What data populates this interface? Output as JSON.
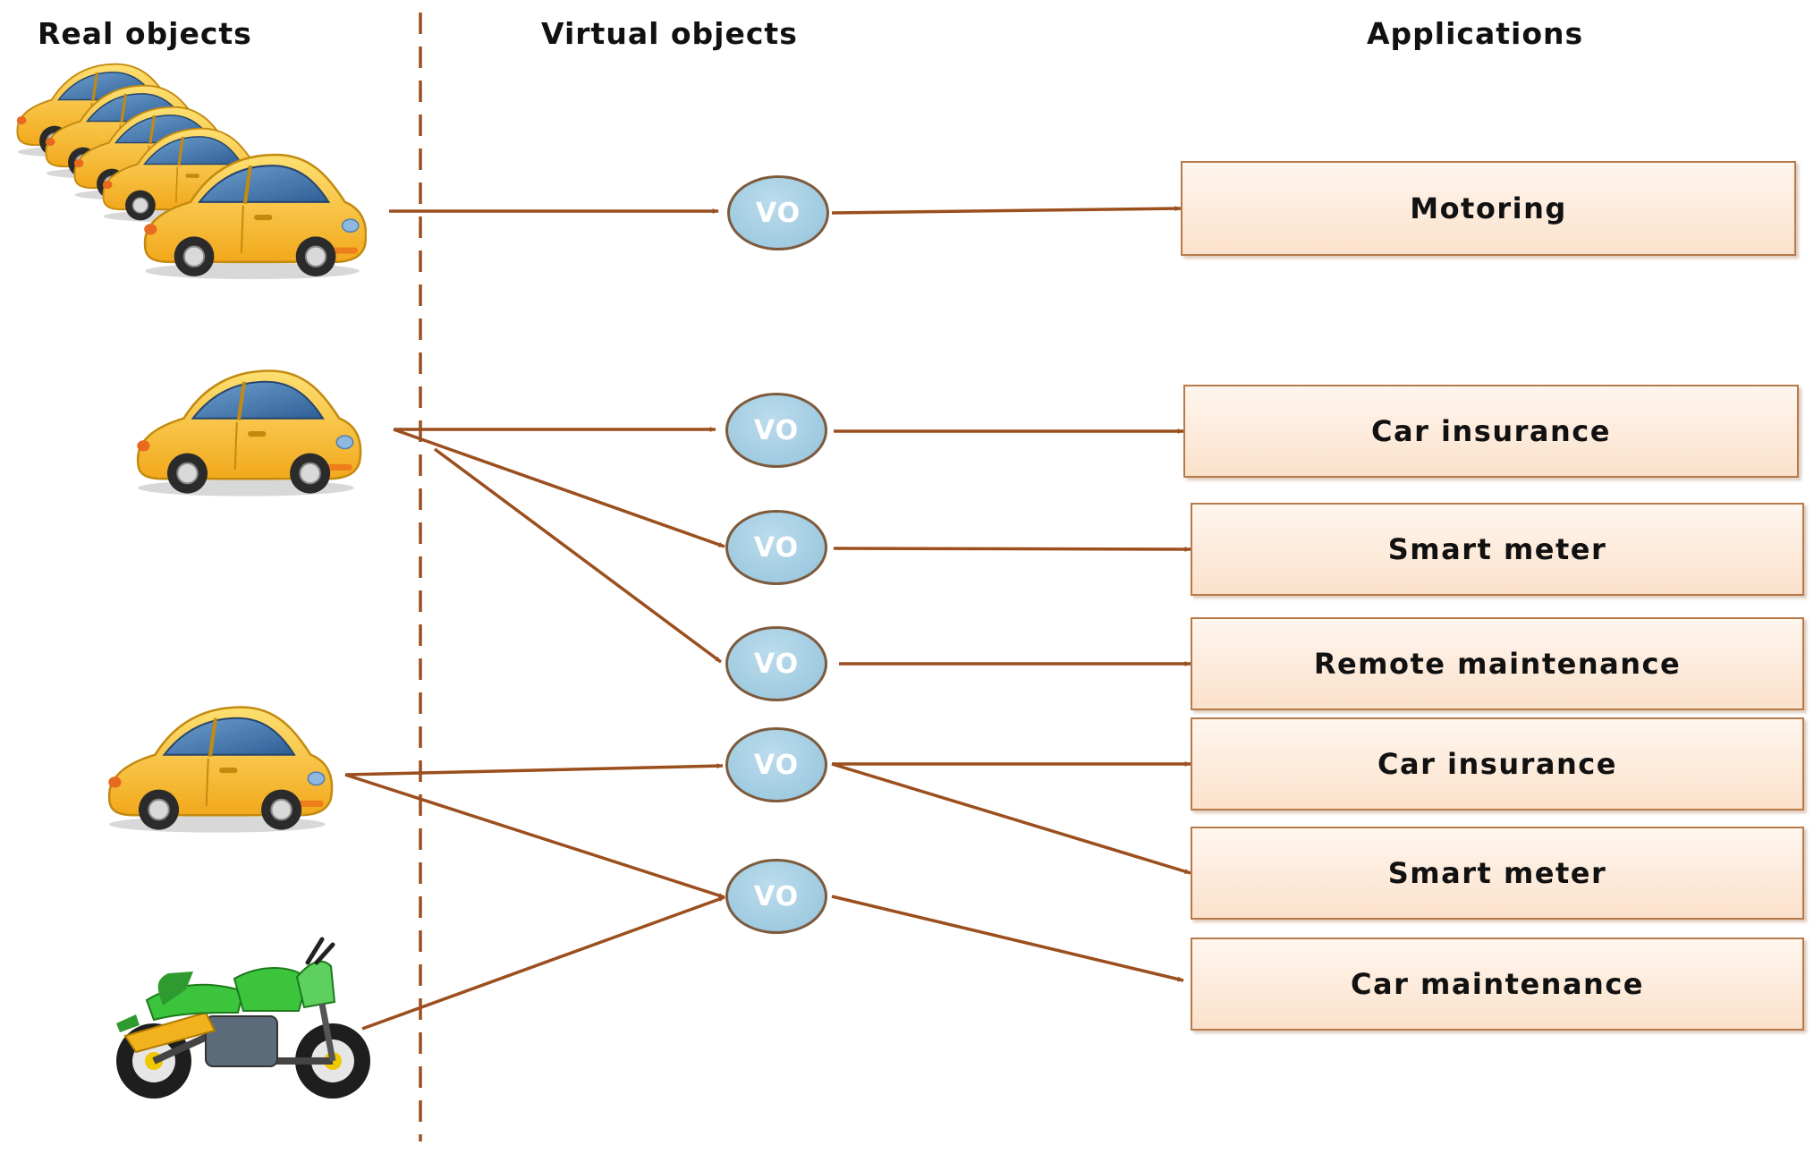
{
  "headers": {
    "real": "Real objects",
    "virtual": "Virtual objects",
    "applications": "Applications"
  },
  "real_objects": [
    {
      "id": "fleet",
      "icon": "car-fleet-icon"
    },
    {
      "id": "car1",
      "icon": "car-icon"
    },
    {
      "id": "car2",
      "icon": "car-icon"
    },
    {
      "id": "moto",
      "icon": "motorcycle-icon"
    }
  ],
  "virtual_objects": [
    {
      "id": "vo1",
      "label": "VO"
    },
    {
      "id": "vo2",
      "label": "VO"
    },
    {
      "id": "vo3",
      "label": "VO"
    },
    {
      "id": "vo4",
      "label": "VO"
    },
    {
      "id": "vo5",
      "label": "VO"
    },
    {
      "id": "vo6",
      "label": "VO"
    }
  ],
  "applications": [
    {
      "id": "app1",
      "label": "Motoring"
    },
    {
      "id": "app2",
      "label": "Car insurance"
    },
    {
      "id": "app3",
      "label": "Smart meter"
    },
    {
      "id": "app4",
      "label": "Remote maintenance"
    },
    {
      "id": "app5",
      "label": "Car insurance"
    },
    {
      "id": "app6",
      "label": "Smart meter"
    },
    {
      "id": "app7",
      "label": "Car maintenance"
    }
  ],
  "links": [
    {
      "from": "fleet",
      "to": "vo1"
    },
    {
      "from": "vo1",
      "to": "app1"
    },
    {
      "from": "car1",
      "to": "vo2"
    },
    {
      "from": "car1",
      "to": "vo3"
    },
    {
      "from": "car1",
      "to": "vo4"
    },
    {
      "from": "vo2",
      "to": "app2"
    },
    {
      "from": "vo3",
      "to": "app3"
    },
    {
      "from": "vo4",
      "to": "app4"
    },
    {
      "from": "car2",
      "to": "vo5"
    },
    {
      "from": "car2",
      "to": "vo6"
    },
    {
      "from": "moto",
      "to": "vo6"
    },
    {
      "from": "vo5",
      "to": "app5"
    },
    {
      "from": "vo5",
      "to": "app6"
    },
    {
      "from": "vo6",
      "to": "app7"
    }
  ],
  "colors": {
    "arrow": "#9b4f1e",
    "divider": "#9b4f1e",
    "box_border": "#b97a4a",
    "vo_fill": "#a7cfe3",
    "car_body": "#f7c32e",
    "moto_body": "#3cc43c"
  }
}
